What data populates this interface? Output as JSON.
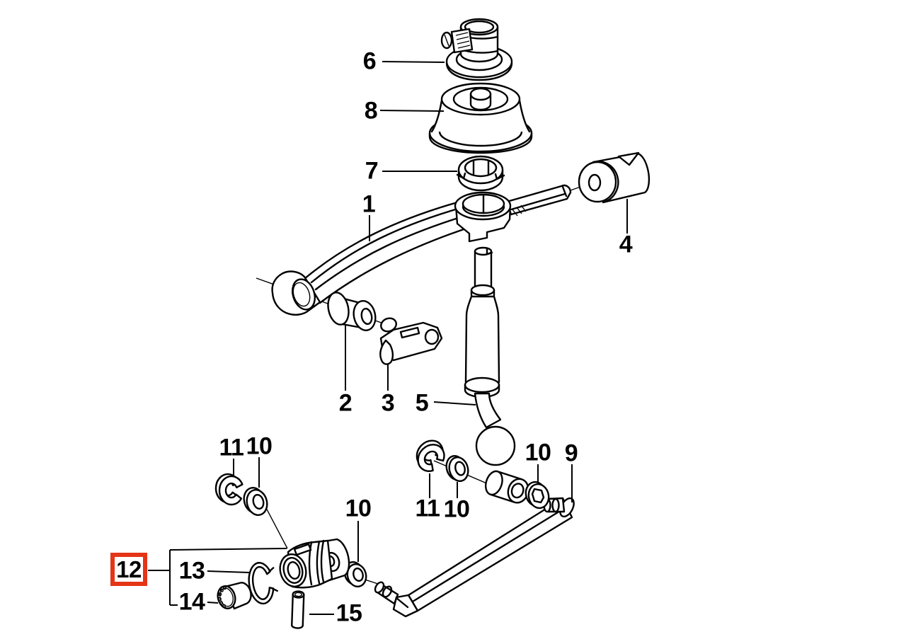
{
  "diagram": {
    "type": "exploded-parts-diagram",
    "background_color": "#ffffff",
    "line_color": "#000000",
    "highlight_color": "#e43517",
    "callouts": [
      {
        "label": "6",
        "highlighted": false
      },
      {
        "label": "8",
        "highlighted": false
      },
      {
        "label": "7",
        "highlighted": false
      },
      {
        "label": "1",
        "highlighted": false
      },
      {
        "label": "4",
        "highlighted": false
      },
      {
        "label": "2",
        "highlighted": false
      },
      {
        "label": "3",
        "highlighted": false
      },
      {
        "label": "5",
        "highlighted": false
      },
      {
        "label": "11",
        "highlighted": false
      },
      {
        "label": "10",
        "highlighted": false
      },
      {
        "label": "10",
        "highlighted": false
      },
      {
        "label": "11",
        "highlighted": false
      },
      {
        "label": "10",
        "highlighted": false
      },
      {
        "label": "10",
        "highlighted": false
      },
      {
        "label": "9",
        "highlighted": false
      },
      {
        "label": "12",
        "highlighted": true
      },
      {
        "label": "13",
        "highlighted": false
      },
      {
        "label": "14",
        "highlighted": false
      },
      {
        "label": "15",
        "highlighted": false
      }
    ]
  }
}
